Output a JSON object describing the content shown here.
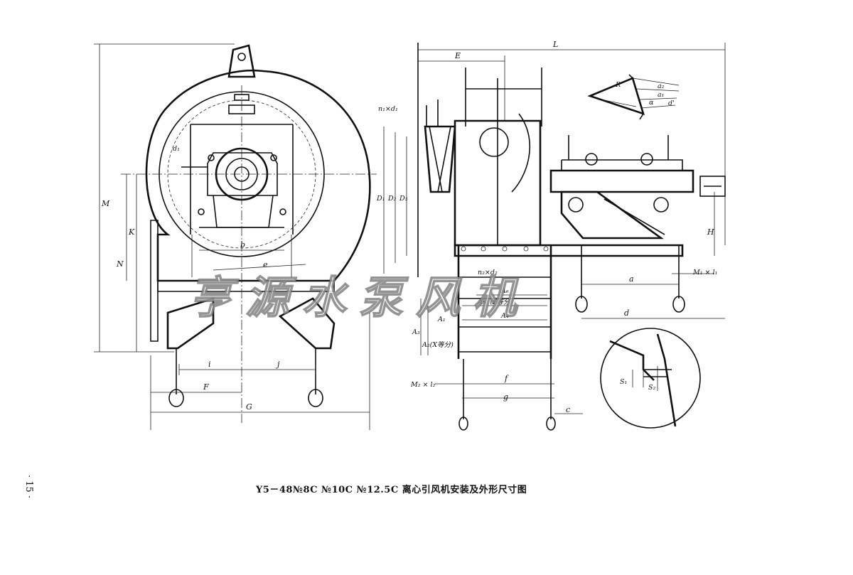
{
  "caption": "Y5－48№8C №10C №12.5C 离心引风机安装及外形尺寸图",
  "page_number": "· 15 ·",
  "watermark": "亨源水泵风机",
  "front_view_labels": {
    "M": "M",
    "N": "N",
    "K": "K",
    "b": "b",
    "e": "e",
    "d1": "d₁",
    "i": "i",
    "j": "j",
    "F": "F",
    "G": "G"
  },
  "side_view_labels": {
    "E": "E",
    "L": "L",
    "n1d1": "n₁×d₁",
    "D1": "D₁",
    "D2": "D₂",
    "D3": "D₃",
    "H": "H",
    "M1l1": "M₁ × l₁",
    "a": "a",
    "d": "d",
    "n2d2": "n₂×d₂",
    "A6": "A₆",
    "A5": "A₅（Y等分）",
    "A4": "A₄",
    "A3": "A₃",
    "A2": "A₂(X等分)",
    "A1": "A₁",
    "M2l2": "M₂ × l₂",
    "f": "f",
    "g": "g",
    "c": "c"
  },
  "detail_labels": {
    "R": "R",
    "a2": "a₂",
    "a1": "a₁",
    "alpha": "α",
    "d_prime": "d'",
    "S1": "S₁",
    "S2": "S₂"
  }
}
